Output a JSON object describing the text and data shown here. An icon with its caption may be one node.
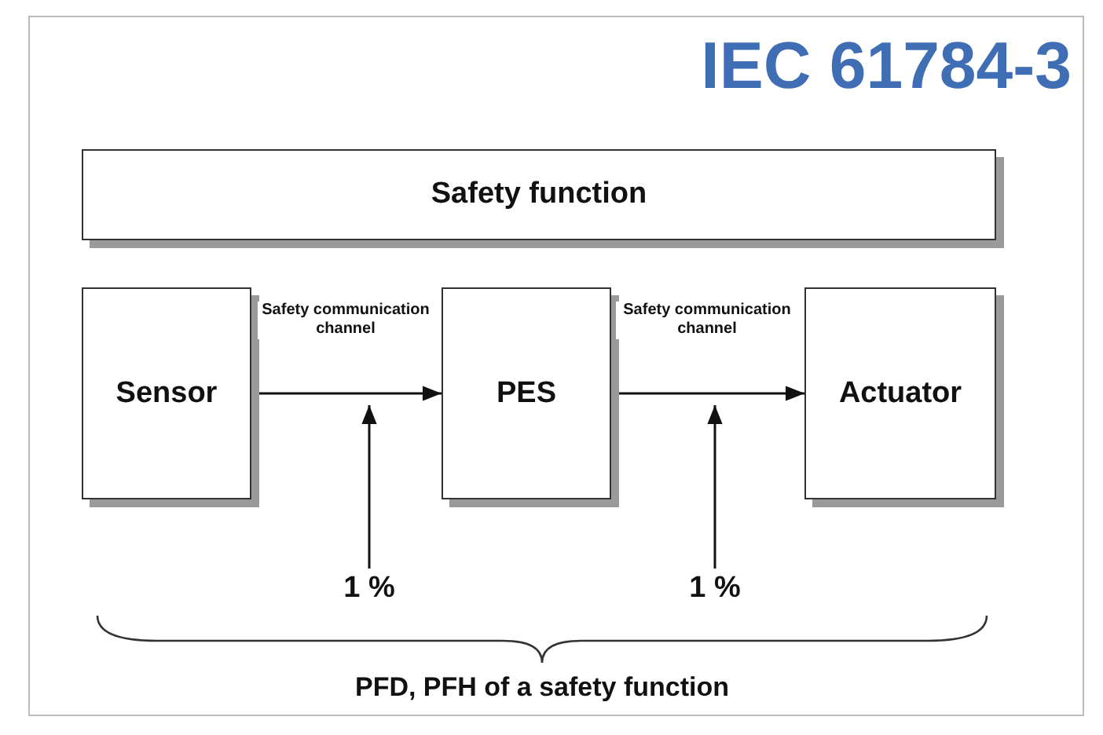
{
  "diagram": {
    "title": "IEC 61784-3",
    "nodes": [
      {
        "text": [
          "Safety function"
        ]
      },
      {
        "text": [
          "Sensor"
        ]
      },
      {
        "text": [
          "PES"
        ]
      },
      {
        "text": [
          "Actuator"
        ]
      },
      {
        "text": [
          "1 %"
        ]
      },
      {
        "text": [
          "1 %"
        ]
      }
    ],
    "edges": [
      {
        "from": 1,
        "to": 2,
        "arrow": "to",
        "label": "Safety communication channel"
      },
      {
        "from": 2,
        "to": 3,
        "arrow": "to",
        "label": "Safety communication channel"
      },
      {
        "from": 4,
        "to": null,
        "arrow": "to"
      },
      {
        "from": 5,
        "to": null,
        "arrow": "to"
      }
    ],
    "labels": [
      "PFD, PFH of a safety function"
    ]
  }
}
